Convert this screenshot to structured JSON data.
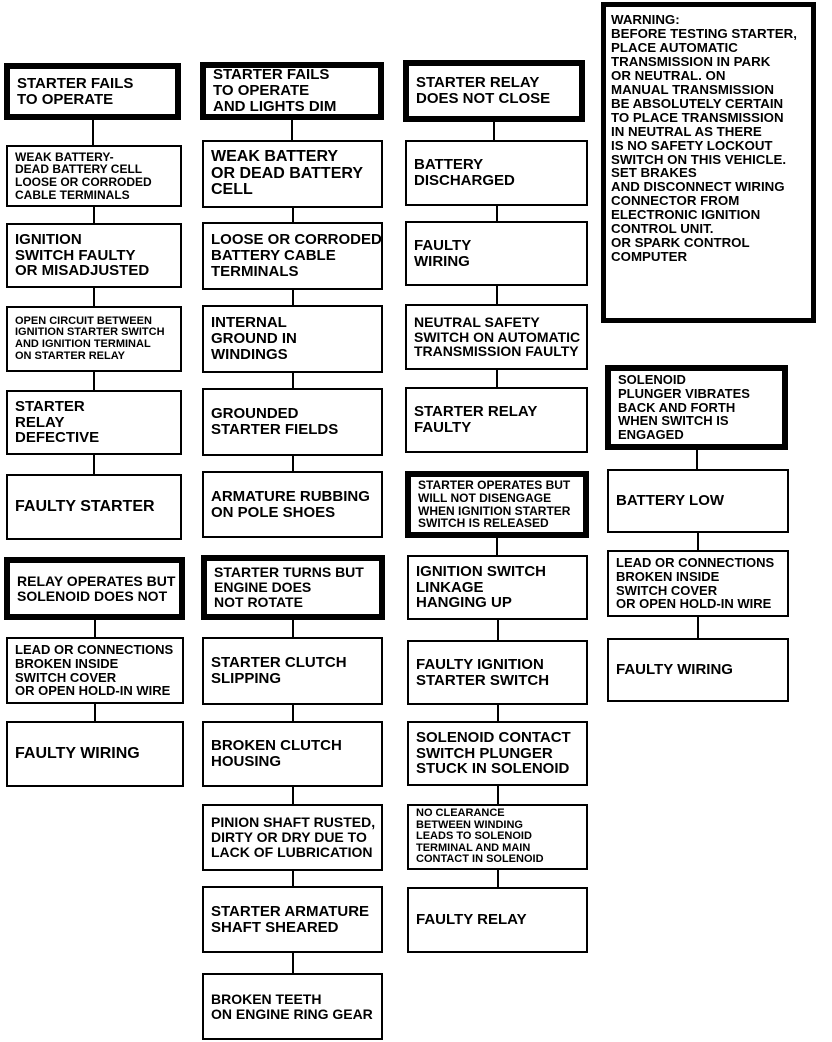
{
  "warning": {
    "lines": [
      "WARNING:",
      "BEFORE TESTING STARTER,",
      "PLACE AUTOMATIC",
      "TRANSMISSION IN PARK",
      "OR NEUTRAL. ON",
      "MANUAL TRANSMISSION",
      "BE ABSOLUTELY CERTAIN",
      "TO PLACE TRANSMISSION",
      "IN NEUTRAL AS THERE",
      "IS NO SAFETY LOCKOUT",
      "SWITCH ON THIS VEHICLE.",
      "SET BRAKES",
      "AND DISCONNECT WIRING",
      "CONNECTOR FROM",
      "ELECTRONIC IGNITION",
      "CONTROL UNIT.",
      "OR SPARK CONTROL",
      "COMPUTER"
    ]
  },
  "charts": [
    {
      "id": "starter-fails-to-operate",
      "title": [
        "STARTER FAILS",
        "TO OPERATE"
      ],
      "causes": [
        [
          "WEAK BATTERY-",
          "DEAD BATTERY CELL",
          "LOOSE OR CORRODED",
          "CABLE TERMINALS"
        ],
        [
          "IGNITION",
          "SWITCH FAULTY",
          "OR MISADJUSTED"
        ],
        [
          "OPEN CIRCUIT BETWEEN",
          "IGNITION STARTER SWITCH",
          "AND IGNITION TERMINAL",
          "ON STARTER RELAY"
        ],
        [
          "STARTER",
          "RELAY",
          "DEFECTIVE"
        ],
        [
          "FAULTY STARTER"
        ]
      ]
    },
    {
      "id": "relay-operates-solenoid-does-not",
      "title": [
        "RELAY OPERATES BUT",
        "SOLENOID DOES NOT"
      ],
      "causes": [
        [
          "LEAD OR CONNECTIONS",
          "BROKEN INSIDE",
          "SWITCH COVER",
          "OR OPEN HOLD-IN WIRE"
        ],
        [
          "FAULTY WIRING"
        ]
      ]
    },
    {
      "id": "starter-fails-lights-dim",
      "title": [
        "STARTER FAILS",
        "TO OPERATE",
        "AND LIGHTS DIM"
      ],
      "causes": [
        [
          "WEAK BATTERY",
          "OR DEAD BATTERY",
          "CELL"
        ],
        [
          "LOOSE OR CORRODED",
          "BATTERY CABLE",
          "TERMINALS"
        ],
        [
          "INTERNAL",
          "GROUND IN",
          "WINDINGS"
        ],
        [
          "GROUNDED",
          "STARTER FIELDS"
        ],
        [
          "ARMATURE RUBBING",
          "ON POLE SHOES"
        ]
      ]
    },
    {
      "id": "starter-turns-engine-does-not-rotate",
      "title": [
        "STARTER TURNS BUT",
        "ENGINE DOES",
        "NOT ROTATE"
      ],
      "causes": [
        [
          "STARTER CLUTCH",
          "SLIPPING"
        ],
        [
          "BROKEN CLUTCH",
          "HOUSING"
        ],
        [
          "PINION SHAFT RUSTED,",
          "DIRTY OR DRY DUE TO",
          "LACK OF LUBRICATION"
        ],
        [
          "STARTER ARMATURE",
          "SHAFT SHEARED"
        ],
        [
          "BROKEN TEETH",
          "ON ENGINE RING GEAR"
        ]
      ]
    },
    {
      "id": "starter-relay-does-not-close",
      "title": [
        "STARTER RELAY",
        "DOES NOT CLOSE"
      ],
      "causes": [
        [
          "BATTERY",
          "DISCHARGED"
        ],
        [
          "FAULTY",
          "WIRING"
        ],
        [
          "NEUTRAL SAFETY",
          "SWITCH ON AUTOMATIC",
          "TRANSMISSION FAULTY"
        ],
        [
          "STARTER RELAY",
          "FAULTY"
        ]
      ]
    },
    {
      "id": "starter-operates-will-not-disengage",
      "title": [
        "STARTER OPERATES BUT",
        "WILL NOT DISENGAGE",
        "WHEN IGNITION STARTER",
        "SWITCH IS RELEASED"
      ],
      "causes": [
        [
          "IGNITION SWITCH",
          "LINKAGE",
          "HANGING UP"
        ],
        [
          "FAULTY IGNITION",
          "STARTER SWITCH"
        ],
        [
          "SOLENOID CONTACT",
          "SWITCH PLUNGER",
          "STUCK IN SOLENOID"
        ],
        [
          "NO CLEARANCE",
          "BETWEEN WINDING",
          "LEADS TO SOLENOID",
          "TERMINAL AND MAIN",
          "CONTACT IN SOLENOID"
        ],
        [
          "FAULTY RELAY"
        ]
      ]
    },
    {
      "id": "solenoid-plunger-vibrates",
      "title": [
        "SOLENOID",
        "PLUNGER VIBRATES",
        "BACK AND FORTH",
        "WHEN SWITCH IS",
        "ENGAGED"
      ],
      "causes": [
        [
          "BATTERY LOW"
        ],
        [
          "LEAD OR CONNECTIONS",
          "BROKEN INSIDE",
          "SWITCH COVER",
          "OR OPEN HOLD-IN WIRE"
        ],
        [
          "FAULTY WIRING"
        ]
      ]
    }
  ]
}
